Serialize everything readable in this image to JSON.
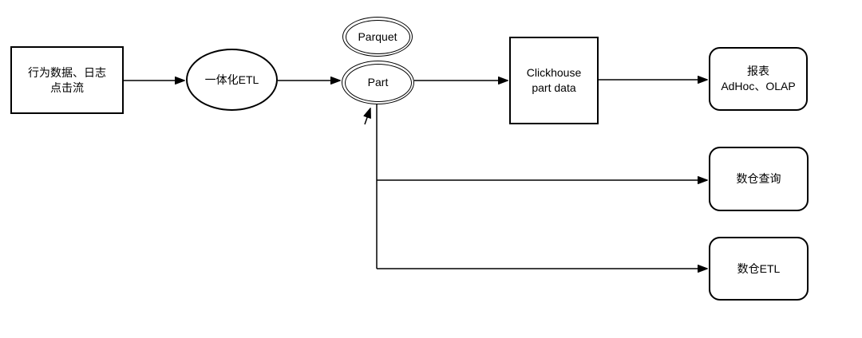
{
  "colors": {
    "stroke": "#000000",
    "fill": "#ffffff",
    "text": "#000000",
    "background": "#ffffff"
  },
  "nodes": {
    "source": {
      "shape": "rectangle",
      "lines": [
        "行为数据、日志",
        "点击流"
      ]
    },
    "etl": {
      "shape": "ellipse",
      "lines": [
        "一体化ETL"
      ]
    },
    "parquet": {
      "shape": "double-ellipse",
      "lines": [
        "Parquet"
      ]
    },
    "part": {
      "shape": "double-ellipse",
      "lines": [
        "Part"
      ]
    },
    "clickhouse": {
      "shape": "rectangle",
      "lines": [
        "Clickhouse",
        "part data"
      ]
    },
    "report": {
      "shape": "rounded-rectangle",
      "lines": [
        "报表",
        "AdHoc、OLAP"
      ]
    },
    "warehouse_query": {
      "shape": "rounded-rectangle",
      "lines": [
        "数仓查询"
      ]
    },
    "warehouse_etl": {
      "shape": "rounded-rectangle",
      "lines": [
        "数仓ETL"
      ]
    }
  },
  "edges": [
    {
      "from": "source",
      "to": "etl",
      "arrow": "end"
    },
    {
      "from": "etl",
      "to": "part",
      "arrow": "end"
    },
    {
      "from": "part",
      "to": "clickhouse",
      "arrow": "end"
    },
    {
      "from": "clickhouse",
      "to": "report",
      "arrow": "end"
    },
    {
      "from": "part",
      "to": "warehouse_query",
      "arrow": "end"
    },
    {
      "from": "part",
      "to": "warehouse_etl",
      "arrow": "end"
    },
    {
      "from": "branch_junction",
      "to": "part",
      "arrow": "end"
    }
  ]
}
